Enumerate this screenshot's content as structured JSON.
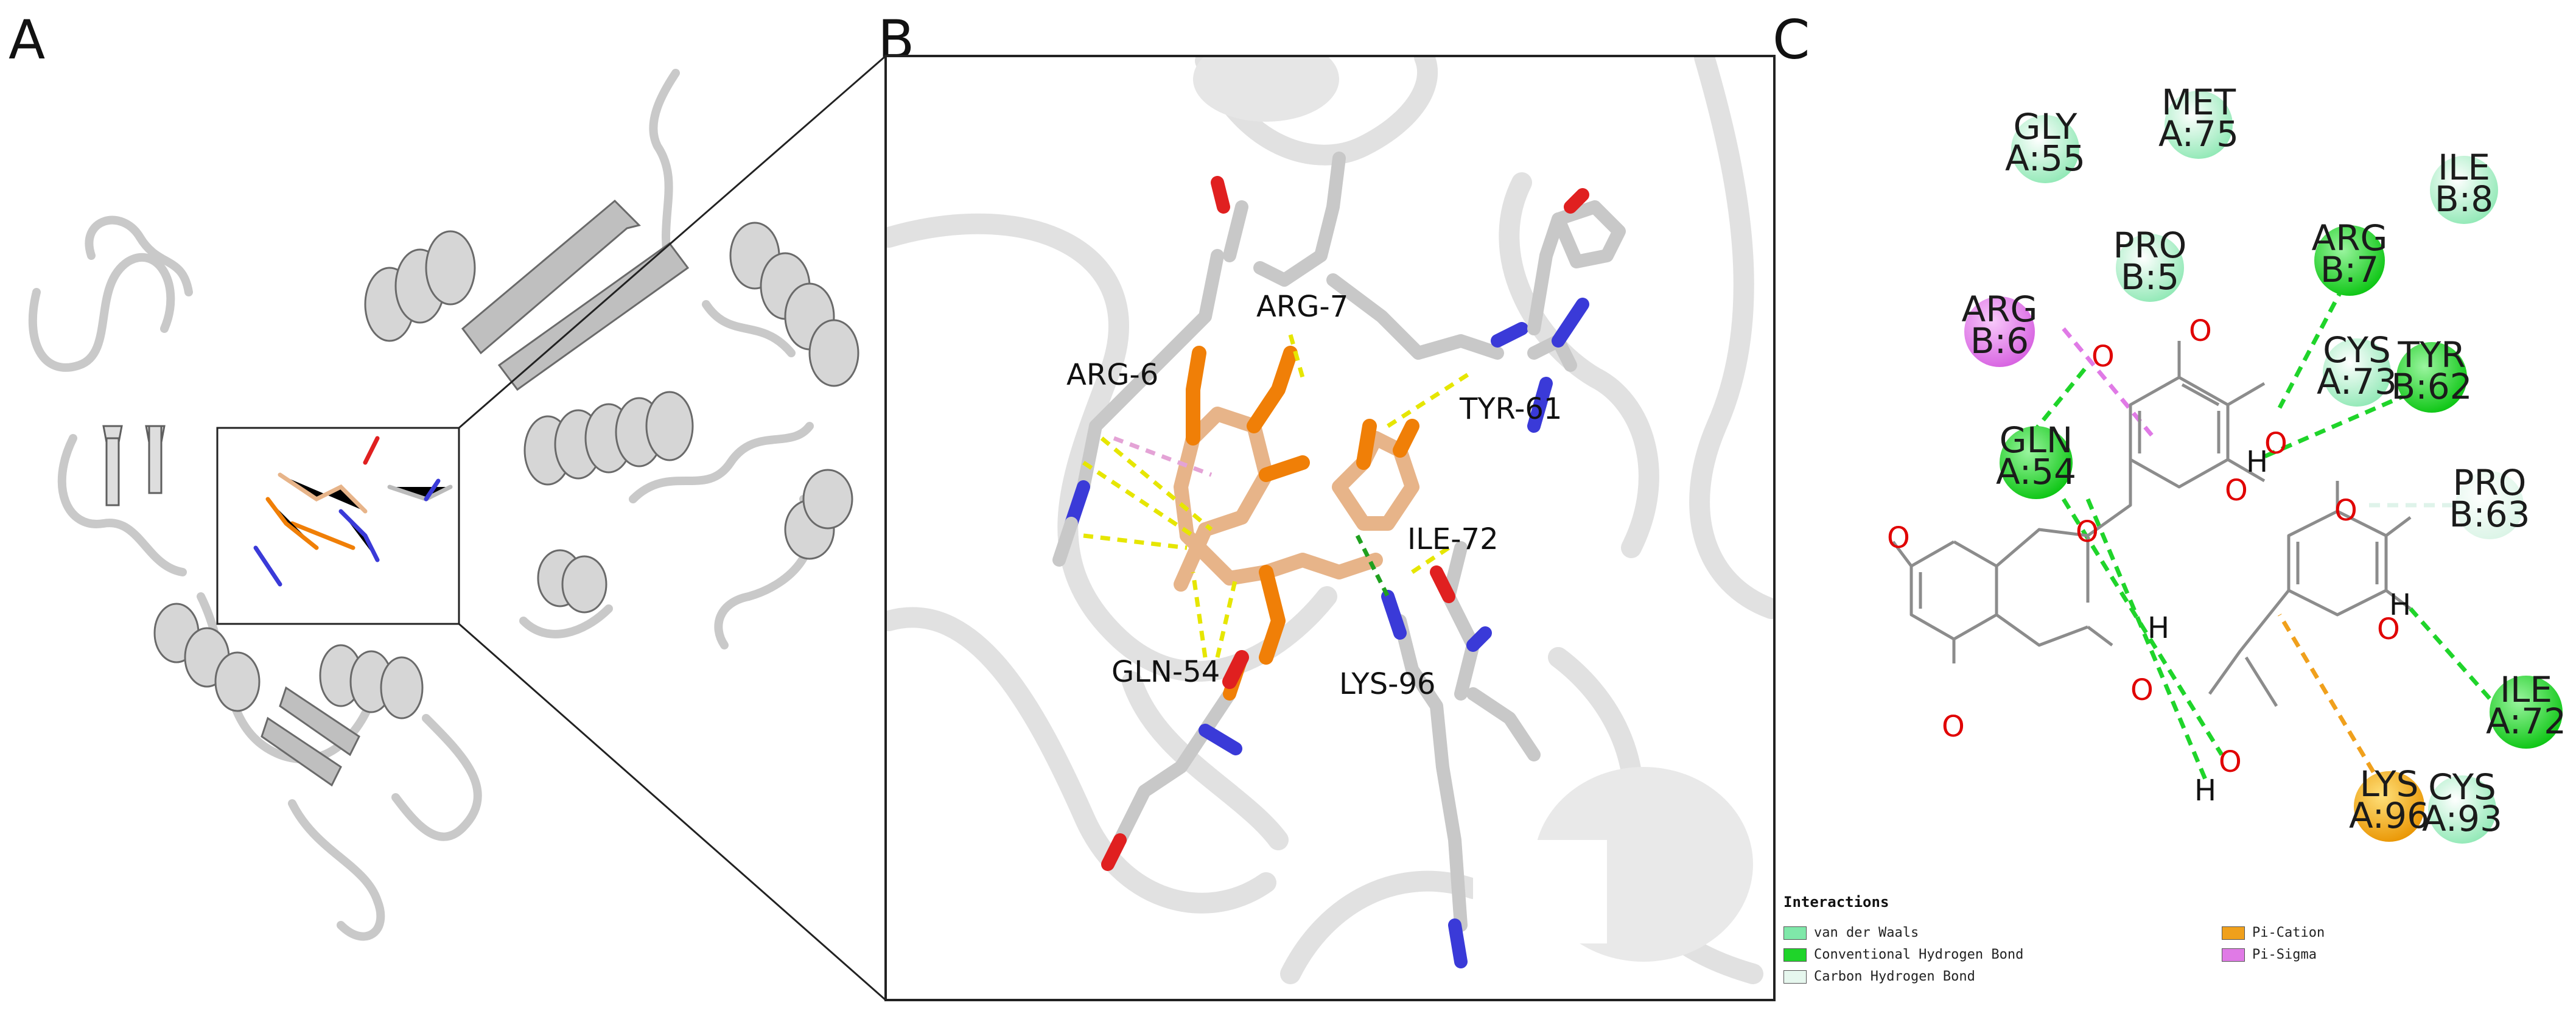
{
  "panels": {
    "a": "A",
    "b": "B",
    "c": "C"
  },
  "panel_b": {
    "residue_labels": [
      "ARG-6",
      "ARG-7",
      "TYR-61",
      "ILE-72",
      "GLN-54",
      "LYS-96"
    ]
  },
  "panel_c": {
    "residues": [
      {
        "name": "GLY",
        "id": "A:55",
        "type": "van der Waals"
      },
      {
        "name": "MET",
        "id": "A:75",
        "type": "van der Waals"
      },
      {
        "name": "ILE",
        "id": "B:8",
        "type": "van der Waals"
      },
      {
        "name": "PRO",
        "id": "B:5",
        "type": "van der Waals"
      },
      {
        "name": "ARG",
        "id": "B:7",
        "type": "Conventional Hydrogen Bond"
      },
      {
        "name": "ARG",
        "id": "B:6",
        "type": "Pi-Sigma"
      },
      {
        "name": "CYS",
        "id": "A:73",
        "type": "van der Waals"
      },
      {
        "name": "TYR",
        "id": "B:62",
        "type": "Conventional Hydrogen Bond"
      },
      {
        "name": "GLN",
        "id": "A:54",
        "type": "Conventional Hydrogen Bond"
      },
      {
        "name": "PRO",
        "id": "B:63",
        "type": "Carbon Hydrogen Bond"
      },
      {
        "name": "ILE",
        "id": "A:72",
        "type": "Conventional Hydrogen Bond"
      },
      {
        "name": "LYS",
        "id": "A:96",
        "type": "Pi-Cation"
      },
      {
        "name": "CYS",
        "id": "A:93",
        "type": "van der Waals"
      }
    ],
    "atom_o": "O",
    "atom_h": "H"
  },
  "legend": {
    "title": "Interactions",
    "items": [
      {
        "label": "van der Waals",
        "color": "#7fe8a9"
      },
      {
        "label": "Conventional Hydrogen Bond",
        "color": "#1fd42a"
      },
      {
        "label": "Carbon Hydrogen Bond",
        "color": "#e6f7ee"
      },
      {
        "label": "Pi-Cation",
        "color": "#f0a01c"
      },
      {
        "label": "Pi-Sigma",
        "color": "#e07ae6"
      }
    ]
  },
  "colors": {
    "ribbon": "#d9d9d9",
    "ribbon_edge": "#777777",
    "ligand": "#e7b489",
    "phosphate": "#f07f07",
    "nitrogen": "#3a3ad8",
    "oxygen": "#e02020",
    "polar_contact": "#e6e600"
  }
}
